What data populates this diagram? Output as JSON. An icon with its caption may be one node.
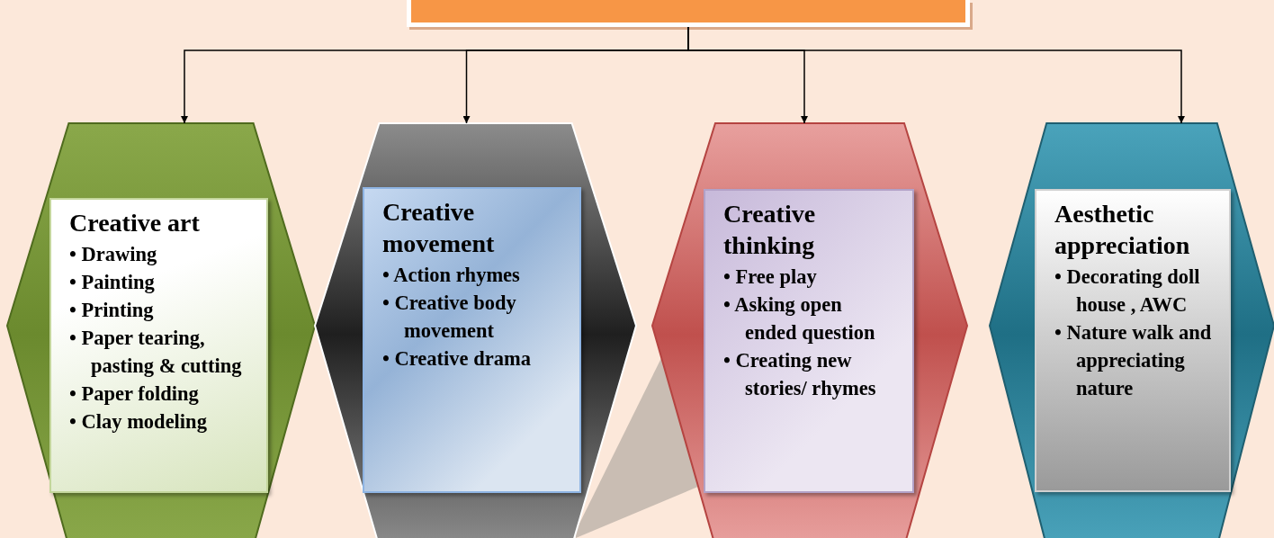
{
  "diagram": {
    "nodes": [
      {
        "text": [],
        "shape": "box"
      },
      {
        "text": [],
        "shape": "hexagon"
      },
      {
        "text": [
          "Creative art",
          "• Drawing",
          "• Painting",
          "• Printing",
          "• Paper tearing, pasting & cutting",
          "• Paper folding",
          "• Clay modeling"
        ],
        "in": 1
      },
      {
        "text": [],
        "shape": "hexagon"
      },
      {
        "text": [
          "Creative movement",
          "• Action rhymes",
          "• Creative body movement",
          "• Creative drama"
        ],
        "in": 3
      },
      {
        "text": [],
        "shape": "hexagon"
      },
      {
        "text": [
          "Creative thinking",
          "• Free play",
          "• Asking open ended question",
          "• Creating new stories/ rhymes"
        ],
        "in": 5
      },
      {
        "text": [],
        "shape": "hexagon"
      },
      {
        "text": [
          "Aesthetic appreciation",
          "• Decorating doll house , AWC",
          "• Nature walk and appreciating nature"
        ],
        "in": 7
      }
    ],
    "edges": [
      {
        "from": 0,
        "to": 1,
        "arrow": "to"
      },
      {
        "from": 0,
        "to": 3,
        "arrow": "to"
      },
      {
        "from": 0,
        "to": 5,
        "arrow": "to"
      },
      {
        "from": 0,
        "to": 7,
        "arrow": "to"
      }
    ]
  }
}
